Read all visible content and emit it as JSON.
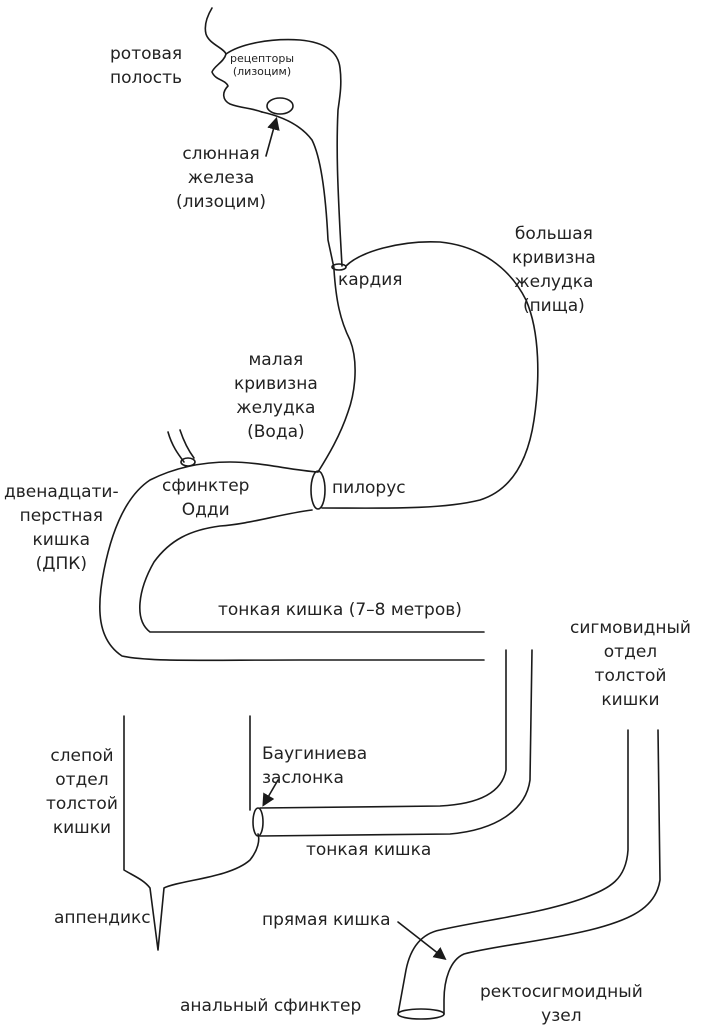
{
  "labels": {
    "oral_cavity": "ротовая\nполость",
    "receptors": "рецепторы\n(лизоцим)",
    "salivary_gland": "слюнная\nжелеза\n(лизоцим)",
    "cardia": "кардия",
    "greater_curvature": "большая\nкривизна\nжелудка\n(пища)",
    "lesser_curvature": "малая\nкривизна\nжелудка\n(Вода)",
    "duodenum": "двенадцати-\nперстная\nкишка\n(ДПК)",
    "oddi_sphincter": "сфинктер\nОдди",
    "pylorus": "пилорус",
    "small_intestine_top": "тонкая кишка (7–8 метров)",
    "sigmoid_colon": "сигмовидный\nотдел\nтолстой\nкишки",
    "cecum": "слепой\nотдел\nтолстой\nкишки",
    "bauhin_valve": "Баугиниева\nзаслонка",
    "small_intestine_bottom": "тонкая кишка",
    "appendix": "аппендикс",
    "rectum": "прямая кишка",
    "anal_sphincter": "анальный сфинктер",
    "rectosigmoid": "ректосигмоидный\nузел"
  }
}
